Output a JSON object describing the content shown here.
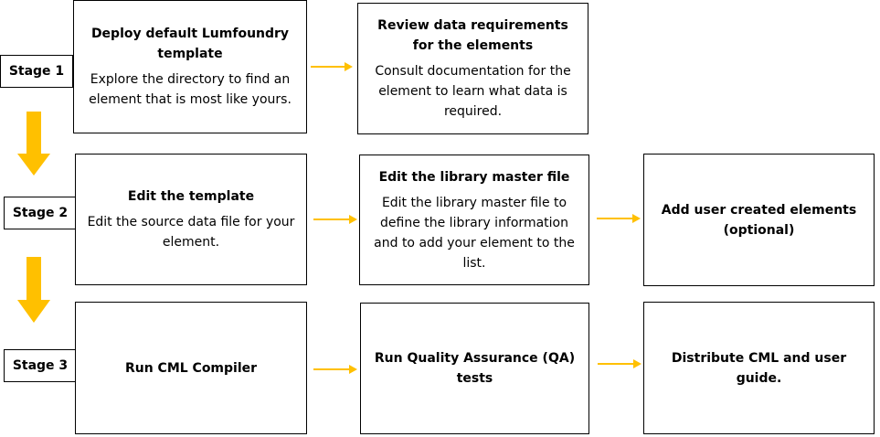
{
  "stages": [
    {
      "label": "Stage 1",
      "steps": [
        {
          "title": "Deploy default Lumfoundry template",
          "body": "Explore the directory to find an element that is most like yours."
        },
        {
          "title": "Review data requirements for the elements",
          "body": "Consult documentation for the element to learn what data is required."
        }
      ]
    },
    {
      "label": "Stage 2",
      "steps": [
        {
          "title": "Edit the template",
          "body": "Edit the source data file for your element."
        },
        {
          "title": "Edit the library master file",
          "body": "Edit the library master file to define the library information and to add your element to the list."
        },
        {
          "title": "Add user created elements (optional)",
          "body": ""
        }
      ]
    },
    {
      "label": "Stage 3",
      "steps": [
        {
          "title": "Run CML Compiler",
          "body": ""
        },
        {
          "title": "Run Quality Assurance (QA) tests",
          "body": ""
        },
        {
          "title": "Distribute CML and user guide.",
          "body": ""
        }
      ]
    }
  ],
  "colors": {
    "arrow": "#FFC000",
    "border": "#000000"
  }
}
